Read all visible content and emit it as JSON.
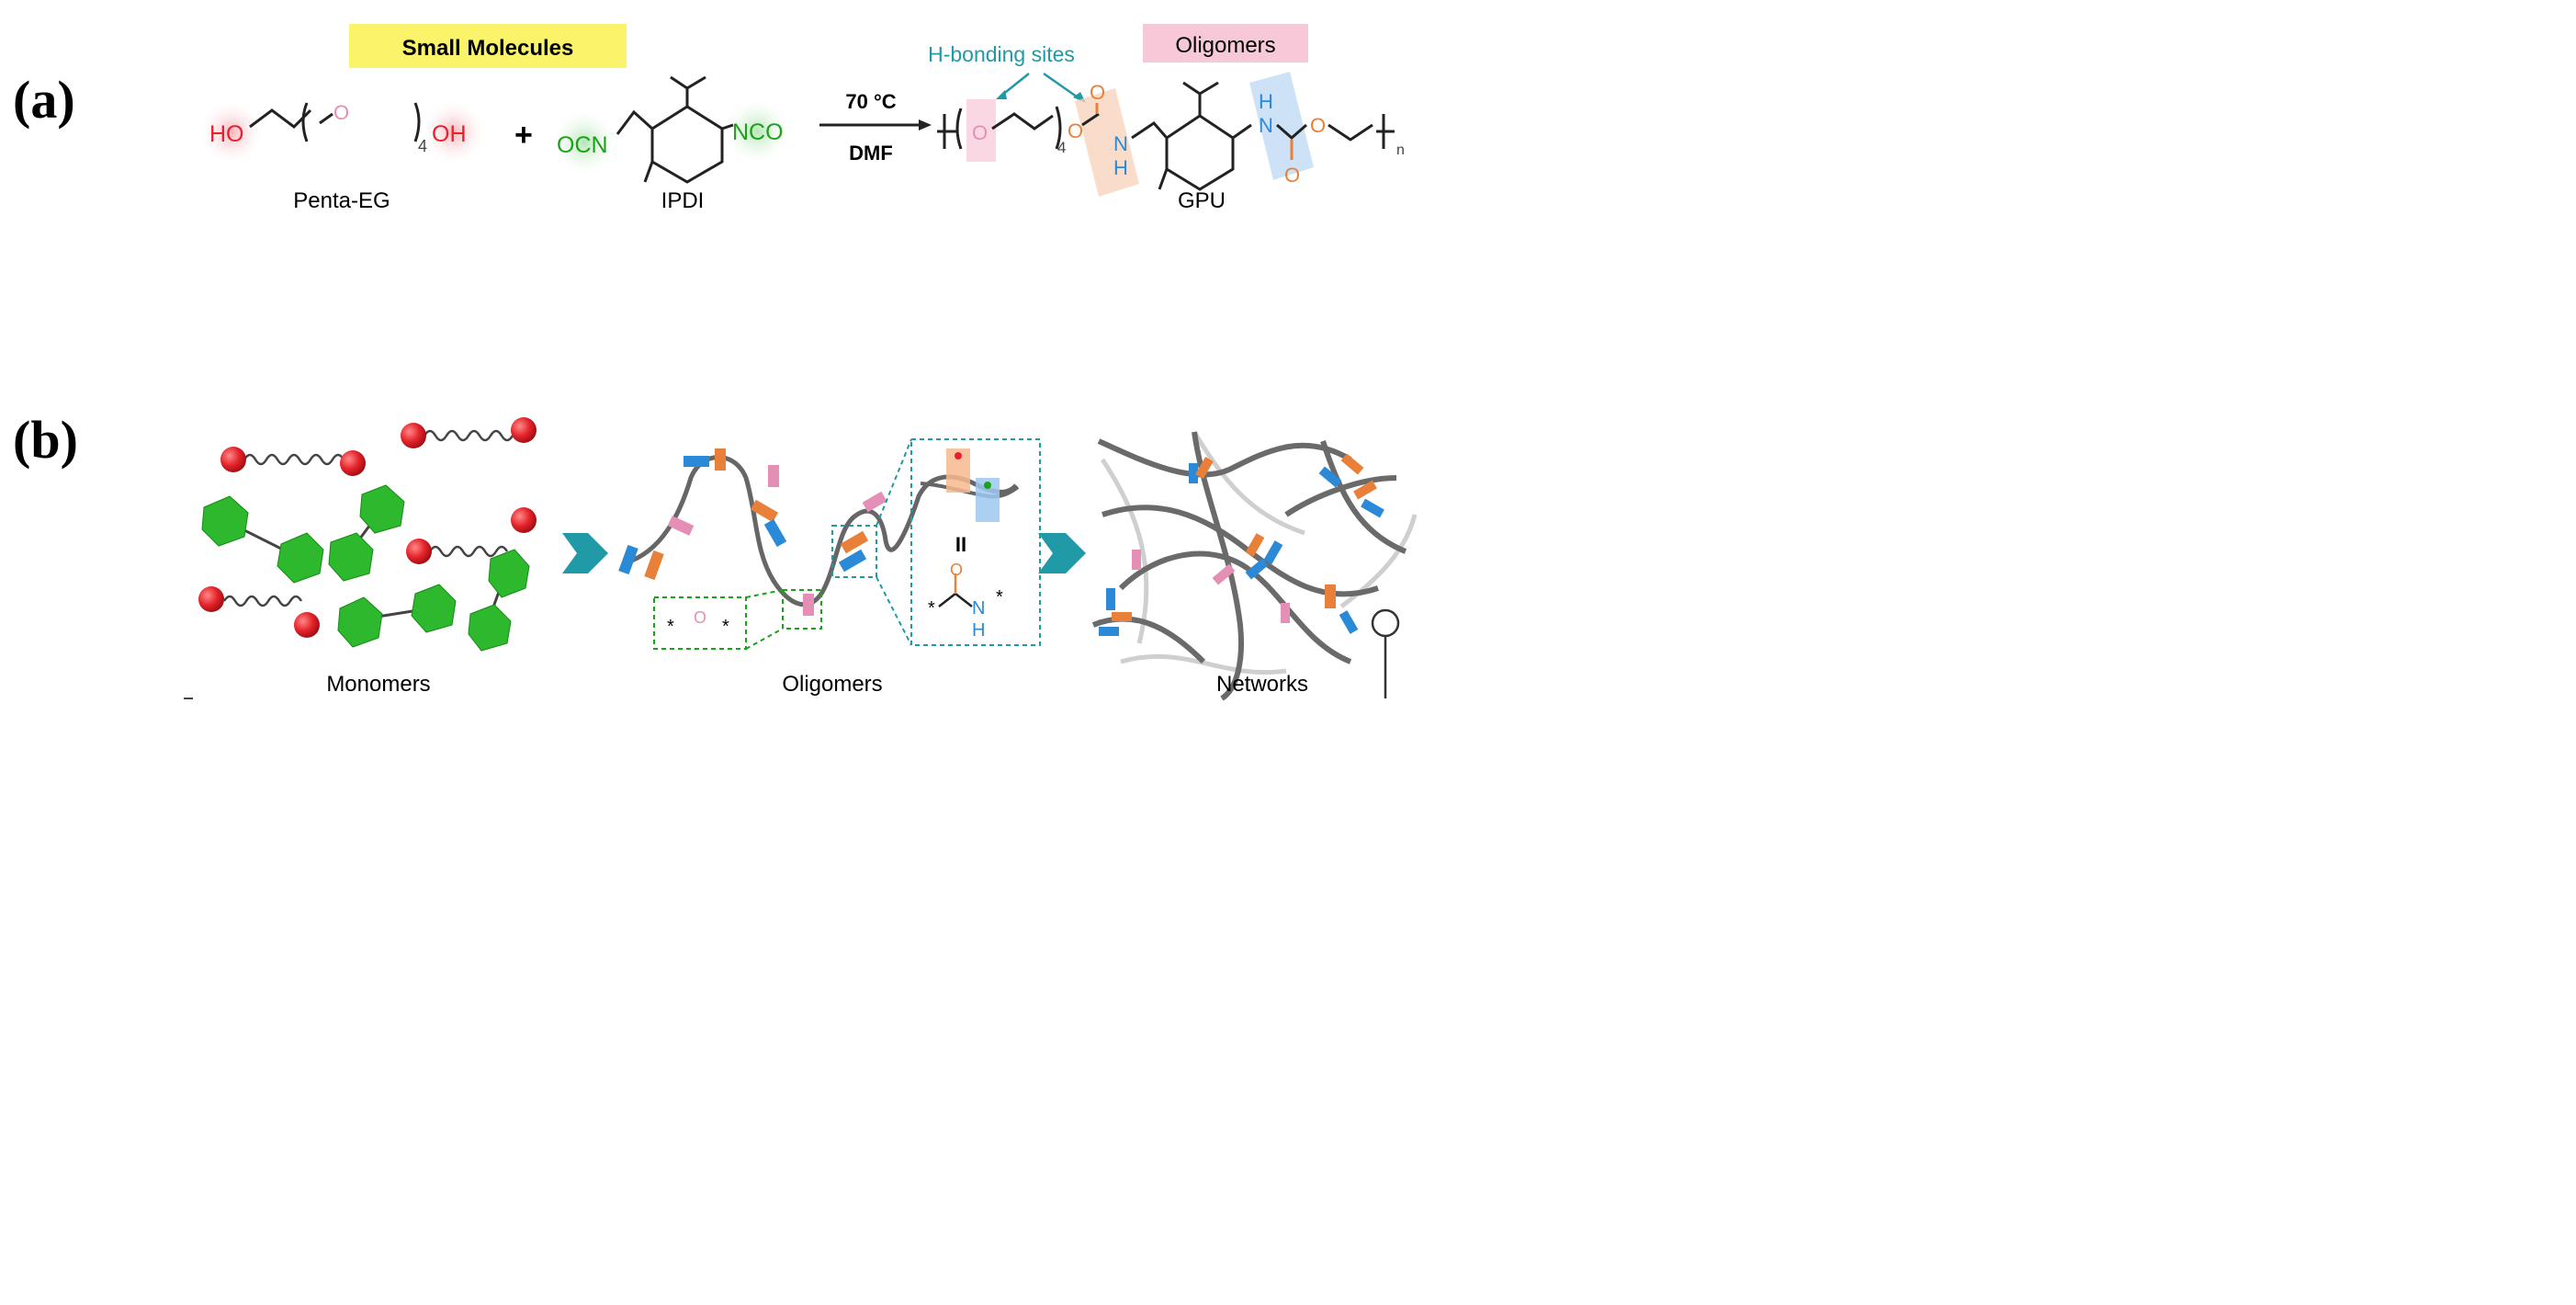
{
  "panel_a": {
    "label": "(a)",
    "small_molecules": "Small Molecules",
    "oligomers_tag": "Oligomers",
    "hbond": "H-bonding sites",
    "ho_left": "HO",
    "oh_right": "OH",
    "o_ether": "O",
    "sub4": "4",
    "plus": "+",
    "penta_eg": "Penta-EG",
    "ocn": "OCN",
    "nco": "NCO",
    "ipdi": "IPDI",
    "temp": "70 °C",
    "solvent": "DMF",
    "gpu": "GPU",
    "o": "O",
    "n": "N",
    "h": "H",
    "sub_n": "n"
  },
  "panel_b": {
    "label": "(b)",
    "monomers": "Monomers",
    "oligomers": "Oligomers",
    "networks": "Networks",
    "inset_sep": "II",
    "inset_n": "N",
    "inset_h": "H",
    "inset_o": "O",
    "star": "*"
  },
  "colors": {
    "red": "#e8202a",
    "green": "#1aa31a",
    "pink": "#e58fb6",
    "orange": "#e8803a",
    "blue": "#2b8ad8",
    "teal": "#1f9aa6",
    "yellow_bg": "#fbf46b",
    "pink_bg": "#f6c8d8"
  }
}
